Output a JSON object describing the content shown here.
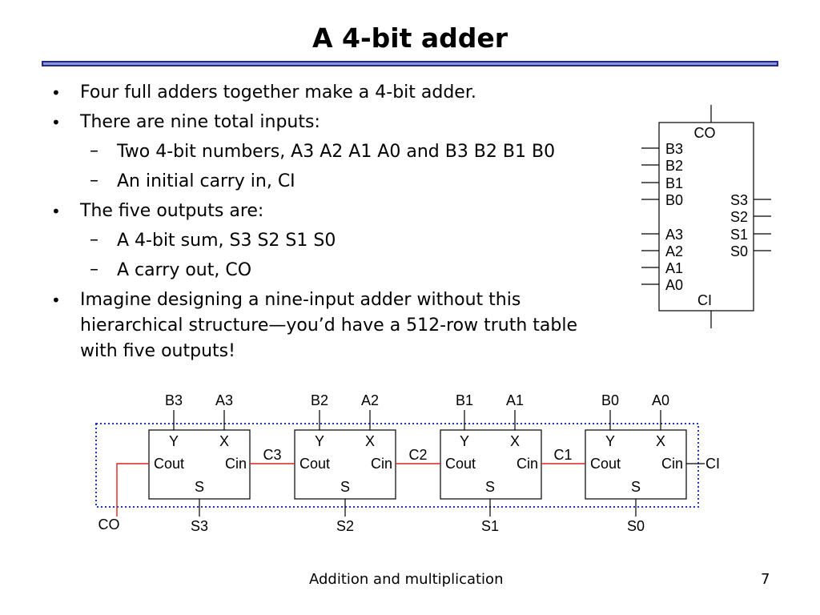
{
  "title": "A 4-bit adder",
  "bullets": [
    {
      "level": 1,
      "text": "Four full adders together make a 4-bit adder."
    },
    {
      "level": 1,
      "text": "There are nine total inputs:"
    },
    {
      "level": 2,
      "text": "Two 4-bit numbers, A3 A2 A1 A0 and B3 B2 B1 B0"
    },
    {
      "level": 2,
      "text": "An initial carry in, CI"
    },
    {
      "level": 1,
      "text": "The five outputs are:"
    },
    {
      "level": 2,
      "text": "A 4-bit sum, S3 S2 S1 S0"
    },
    {
      "level": 2,
      "text": "A carry out, CO"
    },
    {
      "level": 1,
      "text": "Imagine designing a nine-input adder without this hierarchical structure—you’d have a 512-row truth table with five outputs!"
    }
  ],
  "bullet_glyph_l1": "•",
  "bullet_glyph_l2": "–",
  "block_symbol": {
    "co": "CO",
    "ci": "CI",
    "b_inputs": [
      "B3",
      "B2",
      "B1",
      "B0"
    ],
    "a_inputs": [
      "A3",
      "A2",
      "A1",
      "A0"
    ],
    "s_outputs": [
      "S3",
      "S2",
      "S1",
      "S0"
    ]
  },
  "adder_chain": {
    "cells": [
      {
        "b": "B3",
        "a": "A3",
        "y": "Y",
        "x": "X",
        "cout": "Cout",
        "cin": "Cin",
        "s": "S",
        "sum": "S3"
      },
      {
        "b": "B2",
        "a": "A2",
        "y": "Y",
        "x": "X",
        "cout": "Cout",
        "cin": "Cin",
        "s": "S",
        "sum": "S2"
      },
      {
        "b": "B1",
        "a": "A1",
        "y": "Y",
        "x": "X",
        "cout": "Cout",
        "cin": "Cin",
        "s": "S",
        "sum": "S1"
      },
      {
        "b": "B0",
        "a": "A0",
        "y": "Y",
        "x": "X",
        "cout": "Cout",
        "cin": "Cin",
        "s": "S",
        "sum": "S0"
      }
    ],
    "carries": [
      "C3",
      "C2",
      "C1"
    ],
    "carry_in": "CI",
    "carry_out": "CO",
    "carry_wire_color": "#e02020",
    "boundary_color": "#2233cc"
  },
  "footer": {
    "left": "Addition and multiplication",
    "page": "7"
  }
}
